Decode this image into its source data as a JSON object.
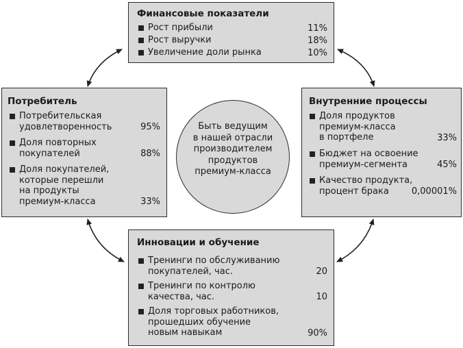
{
  "finance": {
    "title": "Финансовые показатели",
    "items": [
      {
        "lines": [
          "Рост прибыли"
        ],
        "value": "11%"
      },
      {
        "lines": [
          "Рост выручки"
        ],
        "value": "18%"
      },
      {
        "lines": [
          "Увеличение доли рынка"
        ],
        "value": "10%"
      }
    ]
  },
  "customer": {
    "title": "Потребитель",
    "items": [
      {
        "lines": [
          "Потребительская",
          "удовлетворенность"
        ],
        "value": "95%"
      },
      {
        "lines": [
          "Доля повторных",
          "покупателей"
        ],
        "value": "88%"
      },
      {
        "lines": [
          "Доля покупателей,",
          "которые перешли",
          "на продукты",
          "премиум-класса"
        ],
        "value": "33%"
      }
    ]
  },
  "internal": {
    "title": "Внутренние процессы",
    "items": [
      {
        "lines": [
          "Доля продуктов",
          "премиум-класса",
          "в портфеле"
        ],
        "value": "33%"
      },
      {
        "lines": [
          "Бюджет на освоение",
          "премиум-сегмента"
        ],
        "value": "45%"
      },
      {
        "lines": [
          "Качество продукта,",
          "процент брака"
        ],
        "value": "0,00001%"
      }
    ]
  },
  "learning": {
    "title": "Инновации и обучение",
    "items": [
      {
        "lines": [
          "Тренинги по обслуживанию",
          "покупателей, час."
        ],
        "value": "20"
      },
      {
        "lines": [
          "Тренинги по контролю",
          "качества, час."
        ],
        "value": "10"
      },
      {
        "lines": [
          "Доля торговых работников,",
          "прошедших обучение",
          "новым навыкам"
        ],
        "value": "90%"
      }
    ]
  },
  "center": {
    "lines": [
      "Быть ведущим",
      "в нашей отрасли",
      "производителем",
      "продуктов",
      "премиум-класса"
    ]
  }
}
